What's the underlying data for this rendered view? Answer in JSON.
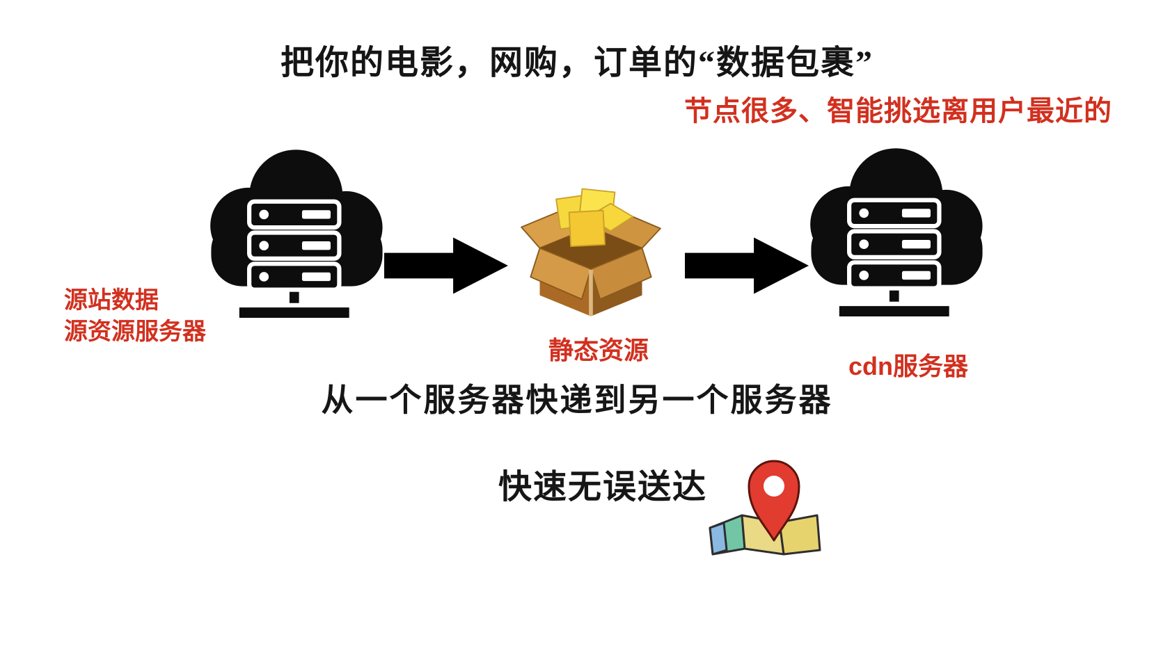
{
  "colors": {
    "text_red": "#d2301f",
    "arrow_red": "#c9271a",
    "ink": "#0d0d0d"
  },
  "title": "把你的电影，网购，订单的“数据包裹”",
  "subtitle": "节点很多、智能挑选离用户最近的",
  "origin_server": {
    "label_line1": "源站数据",
    "label_line2": "源资源服务器"
  },
  "package": {
    "label": "静态资源"
  },
  "cdn_server": {
    "label": "cdn服务器"
  },
  "middle_caption": "从一个服务器快递到另一个服务器",
  "bottom_caption": "快速无误送达",
  "icons": {
    "origin": "cloud-server-icon",
    "package": "open-box-icon",
    "cdn": "cloud-server-icon",
    "flow": "arrow-right-icon",
    "destination": "map-pin-icon"
  }
}
